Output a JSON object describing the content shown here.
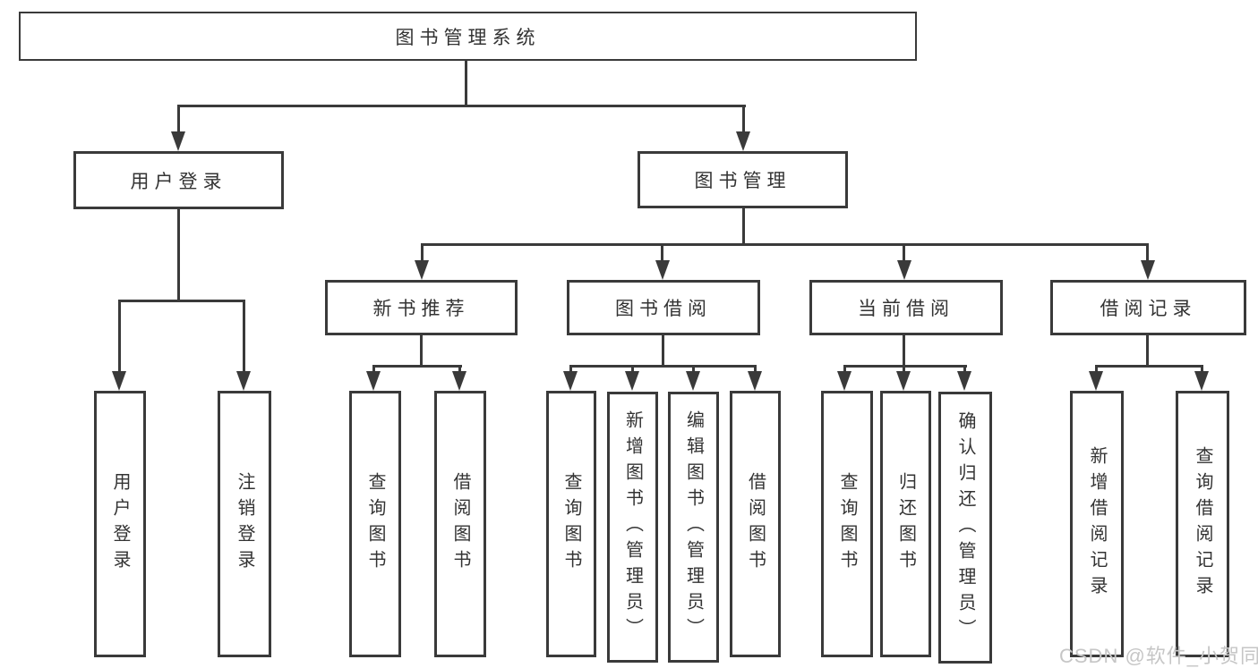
{
  "tree": {
    "label": "图书管理系统",
    "children": [
      {
        "label": "用户登录",
        "children": [
          {
            "label": "用户登录"
          },
          {
            "label": "注销登录"
          }
        ]
      },
      {
        "label": "图书管理",
        "children": [
          {
            "label": "新书推荐",
            "children": [
              {
                "label": "查询图书"
              },
              {
                "label": "借阅图书"
              }
            ]
          },
          {
            "label": "图书借阅",
            "children": [
              {
                "label": "查询图书"
              },
              {
                "label": "新增图书（管理员）"
              },
              {
                "label": "编辑图书（管理员）"
              },
              {
                "label": "借阅图书"
              }
            ]
          },
          {
            "label": "当前借阅",
            "children": [
              {
                "label": "查询图书"
              },
              {
                "label": "归还图书"
              },
              {
                "label": "确认归还（管理员）"
              }
            ]
          },
          {
            "label": "借阅记录",
            "children": [
              {
                "label": "新增借阅记录"
              },
              {
                "label": "查询借阅记录"
              }
            ]
          }
        ]
      }
    ]
  },
  "watermark": {
    "text": "CSDN @软件_小贺同学"
  },
  "colors": {
    "line": "#3a3a3a",
    "text": "#333333",
    "node_background": "#ffffff",
    "watermark": "#c6c6c6",
    "background": "#ffffff"
  }
}
